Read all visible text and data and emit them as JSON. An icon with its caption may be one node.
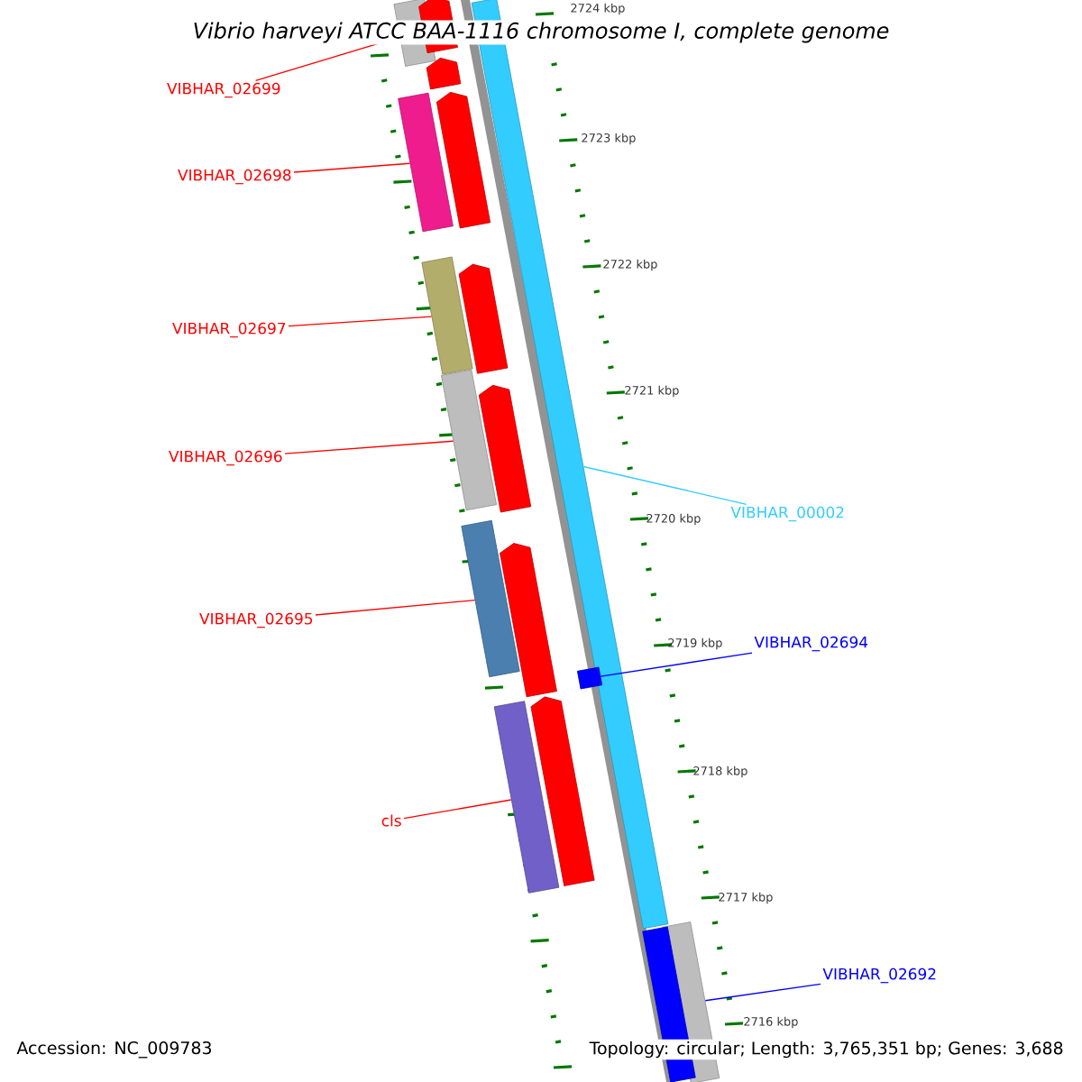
{
  "diagram": {
    "title": "Vibrio harveyi ATCC BAA-1116 chromosome I, complete genome",
    "nodes": [
      {
        "text": [
          "VIBHAR_02699"
        ]
      },
      {
        "text": [
          "VIBHAR_02698"
        ]
      },
      {
        "text": [
          "VIBHAR_02697"
        ]
      },
      {
        "text": [
          "VIBHAR_02696"
        ]
      },
      {
        "text": [
          "VIBHAR_00002"
        ]
      },
      {
        "text": [
          "VIBHAR_02695"
        ]
      },
      {
        "text": [
          "VIBHAR_02694"
        ]
      },
      {
        "text": [
          "cls"
        ]
      },
      {
        "text": [
          "VIBHAR_02692"
        ]
      },
      {
        "text": [],
        "shape": "bar"
      },
      {
        "text": [],
        "shape": "bar"
      },
      {
        "text": [],
        "shape": "bar"
      },
      {
        "text": [],
        "shape": "bar"
      },
      {
        "text": [],
        "shape": "bar"
      },
      {
        "text": [],
        "shape": "bar"
      },
      {
        "text": [],
        "shape": "bar"
      },
      {
        "text": [],
        "shape": "bar"
      },
      {
        "text": [],
        "shape": "bar"
      },
      {
        "text": [],
        "shape": "arrow"
      },
      {
        "text": [],
        "shape": "arrow"
      },
      {
        "text": [],
        "shape": "arrow"
      },
      {
        "text": [],
        "shape": "arrow"
      },
      {
        "text": [],
        "shape": "arrow"
      },
      {
        "text": [],
        "shape": "arrow"
      },
      {
        "text": [],
        "shape": "arrow"
      },
      {
        "text": [],
        "shape": "bar"
      }
    ],
    "edges": [
      {
        "from": 0,
        "to": 9,
        "arrow": "none"
      },
      {
        "from": 1,
        "to": 10,
        "arrow": "none"
      },
      {
        "from": 2,
        "to": 11,
        "arrow": "none"
      },
      {
        "from": 3,
        "to": 12,
        "arrow": "none"
      },
      {
        "from": 4,
        "to": 13,
        "arrow": "none",
        "color": "#33ccff"
      },
      {
        "from": 5,
        "to": 14,
        "arrow": "none"
      },
      {
        "from": 6,
        "to": 15,
        "arrow": "none",
        "color": "#0000ff"
      },
      {
        "from": 7,
        "to": 16,
        "arrow": "none"
      },
      {
        "from": 8,
        "to": 17,
        "arrow": "none",
        "color": "#0000ff"
      }
    ],
    "labels": [
      "2724 kbp",
      "2723 kbp",
      "2722 kbp",
      "2721 kbp",
      "2720 kbp",
      "2719 kbp",
      "2718 kbp",
      "2717 kbp",
      "2716 kbp",
      "Accession: NC_009783",
      "Topology: circular; Length: 3,765,351 bp; Genes: 3,688"
    ]
  }
}
